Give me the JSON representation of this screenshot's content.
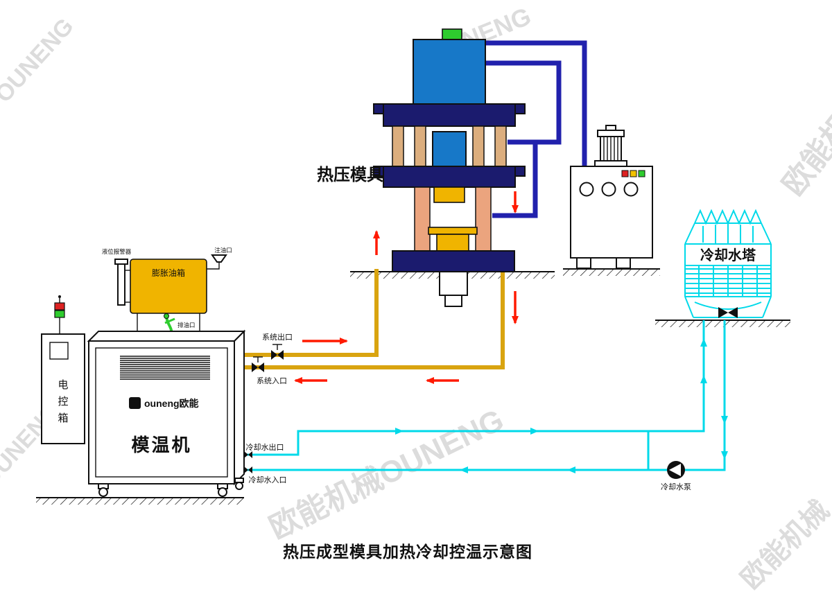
{
  "title": "热压成型模具加热冷却控温示意图",
  "press": {
    "label": "热压模具"
  },
  "tower": {
    "label": "冷却水塔"
  },
  "pump": {
    "label": "冷却水泵"
  },
  "machine": {
    "name": "模温机",
    "brand": "ouneng欧能",
    "logo_mark": "n",
    "tank_label": "膨胀油箱",
    "level_alarm_label": "液位报警器",
    "oil_fill_label": "注油口",
    "oil_drain_label": "排油口",
    "control_box_chars": [
      "电",
      "控",
      "箱"
    ]
  },
  "ports": {
    "system_out": "系统出口",
    "system_in": "系统入口",
    "cooling_out": "冷却水出口",
    "cooling_in": "冷却水入口"
  },
  "watermarks": {
    "top_left": "OUNENG",
    "top_center": "OUNENG",
    "right": "欧能机械",
    "center": "欧能机械OUNENG",
    "bottom_left": "OUNENG",
    "bottom_right": "欧能机械"
  },
  "colors": {
    "navy": "#1b1b6e",
    "pipe_navy": "#2121ad",
    "blue": "#1778c8",
    "green": "#2ecc2e",
    "gold": "#f0b400",
    "pipe_gold": "#d9a410",
    "tan": "#dcae7e",
    "salmon": "#eba47e",
    "cyan": "#00d9e9",
    "red": "#ff1a00",
    "watermark": "#dcdcdc"
  }
}
